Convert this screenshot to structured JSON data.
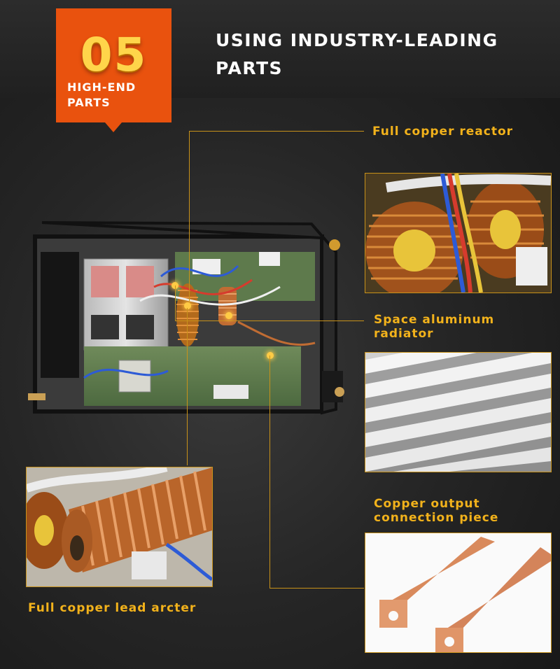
{
  "badge": {
    "number": "05",
    "subtitle_line1": "HIGH-END",
    "subtitle_line2": "PARTS"
  },
  "headline": {
    "line1": "USING INDUSTRY-LEADING",
    "line2": "PARTS"
  },
  "callouts": {
    "reactor": "Full copper reactor",
    "radiator_line1": "Space aluminum",
    "radiator_line2": "radiator",
    "output_line1": "Copper output",
    "output_line2": "connection piece",
    "lead": "Full copper lead arcter"
  },
  "colors": {
    "accent_orange": "#e9520e",
    "label_gold": "#f2b21b",
    "number_yellow": "#ffd54a",
    "line_gold": "#c8921a"
  }
}
